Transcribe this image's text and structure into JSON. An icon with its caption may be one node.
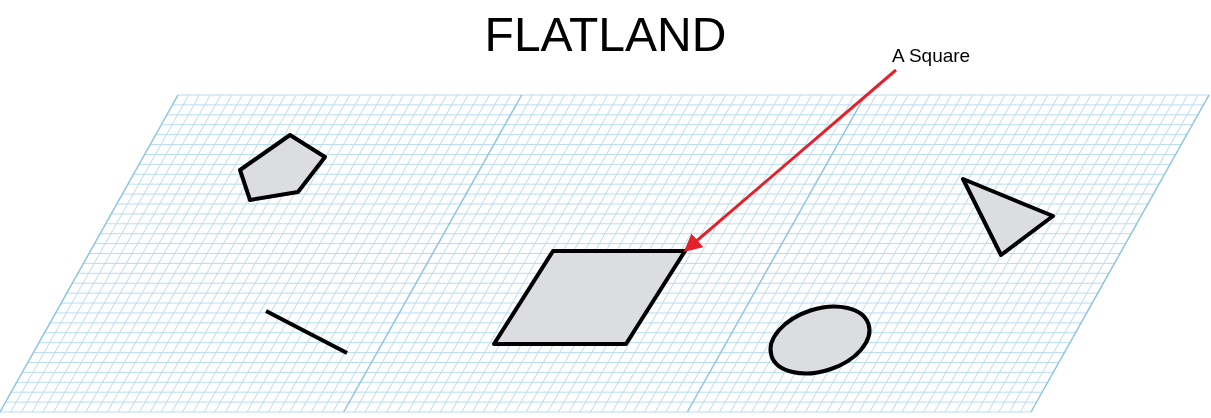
{
  "diagram": {
    "title": "FLATLAND",
    "nodes": [
      {
        "text": [
          "A Square"
        ]
      },
      {
        "text": [],
        "shape": "box"
      }
    ],
    "edges": [
      {
        "from": 0,
        "to": 1,
        "arrow": "to",
        "color": "#e4202a"
      }
    ]
  }
}
